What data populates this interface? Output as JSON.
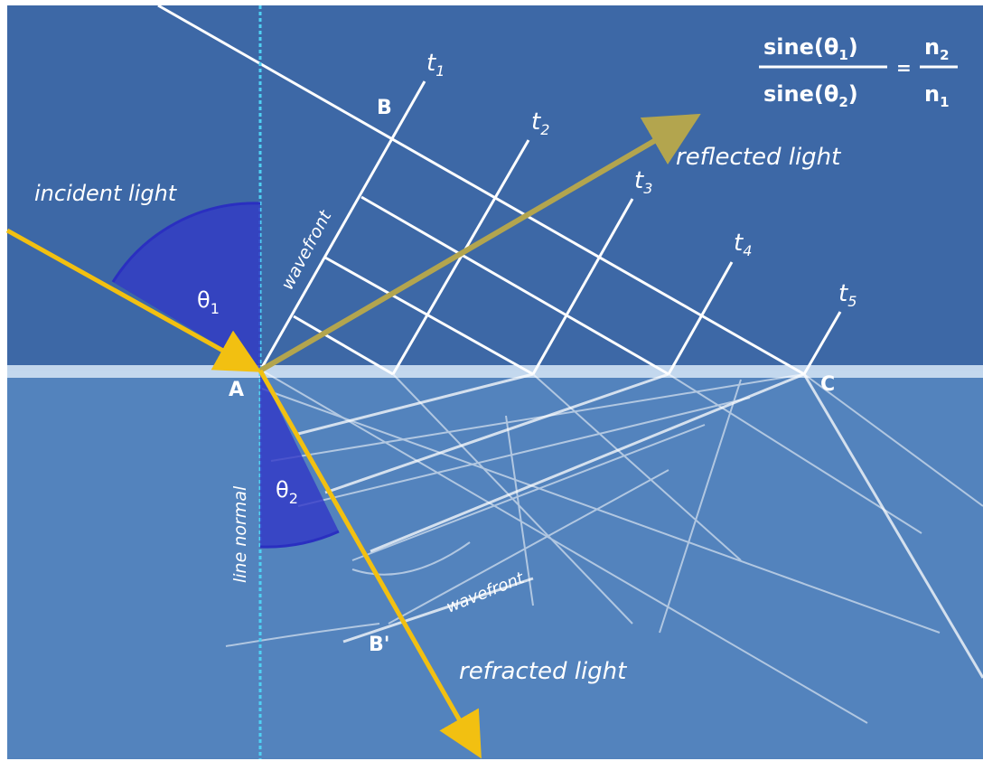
{
  "colors": {
    "upper_medium": "#3d68a6",
    "lower_medium": "#5383bd",
    "interface": "#c9dcf0",
    "normal": "#4fd0f2",
    "ray": "#f2c011",
    "reflected_ray": "#b3a54e",
    "angle_fill": "#3237c7",
    "wave_line": "#ffffff"
  },
  "labels": {
    "incident": "incident light",
    "reflected": "reflected light",
    "refracted": "refracted light",
    "wavefront_upper": "wavefront",
    "wavefront_lower": "wavefront",
    "line_normal": "line normal",
    "point_a": "A",
    "point_b": "B",
    "point_b_prime": "B'",
    "point_c": "C",
    "theta1": "θ",
    "theta1_sub": "1",
    "theta2": "θ",
    "theta2_sub": "2"
  },
  "time_labels": [
    {
      "t": "t",
      "sub": "1"
    },
    {
      "t": "t",
      "sub": "2"
    },
    {
      "t": "t",
      "sub": "3"
    },
    {
      "t": "t",
      "sub": "4"
    },
    {
      "t": "t",
      "sub": "5"
    }
  ],
  "formula": {
    "num": "sine(θ",
    "num_sub": "1",
    "num_close": ")",
    "den": "sine(θ",
    "den_sub": "2",
    "den_close": ")",
    "equals": "=",
    "rhs_num": "n",
    "rhs_num_sub": "2",
    "rhs_den": "n",
    "rhs_den_sub": "1"
  },
  "icons": {
    "incident_ray": "arrow",
    "reflected_ray": "arrow",
    "refracted_ray": "arrow",
    "angle_theta1": "angle-arc",
    "angle_theta2": "angle-arc"
  }
}
